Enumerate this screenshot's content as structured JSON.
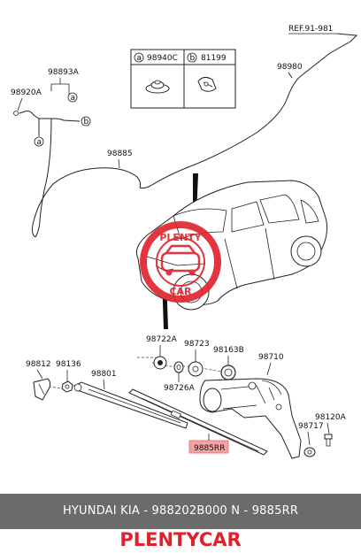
{
  "diagram": {
    "ref_label": "REF.91-981",
    "callout_a": "a",
    "callout_b": "b",
    "legend": {
      "a_code": "98940C",
      "b_code": "81199"
    },
    "parts": {
      "p98980": "98980",
      "p98893A": "98893A",
      "p98920A": "98920A",
      "p98885": "98885",
      "p98722A": "98722A",
      "p98723": "98723",
      "p98163B": "98163B",
      "p98710": "98710",
      "p98812": "98812",
      "p98136": "98136",
      "p98801": "98801",
      "p98726A": "98726A",
      "p98120A": "98120A",
      "p98717": "98717",
      "p9885RR": "9885RR"
    },
    "highlight_color": "#f4a3a3"
  },
  "watermark": {
    "top_text": "PLENTY",
    "bottom_text": "CAR",
    "color": "#e0202a"
  },
  "footer": {
    "text": "HYUNDAI  KIA - 988202B000      N - 9885RR",
    "bar_color": "#6b6b6b"
  },
  "brand": {
    "text": "PLENTYCAR",
    "color": "#e0202a"
  }
}
